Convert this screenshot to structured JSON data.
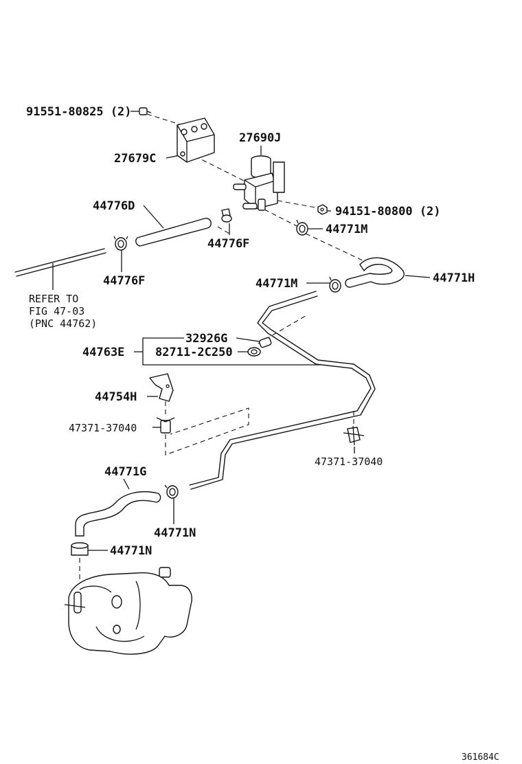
{
  "labels": {
    "bolt": "91551-80825 (2)",
    "bracket": "27679C",
    "vsv": "27690J",
    "nut": "94151-80800 (2)",
    "hose_d": "44776D",
    "clip_f_top": "44776F",
    "clip_f_left": "44776F",
    "clamp_m1": "44771M",
    "clamp_m2": "44771M",
    "hose_h": "44771H",
    "note_line1": "REFER TO",
    "note_line2": "FIG 47-03",
    "note_line3": "(PNC 44762)",
    "part_32926": "32926G",
    "part_44763": "44763E",
    "part_82711": "82711-2C250",
    "part_44754": "44754H",
    "clamp_47371_left": "47371-37040",
    "clamp_47371_right": "47371-37040",
    "hose_g": "44771G",
    "clamp_n1": "44771N",
    "clamp_n2": "44771N",
    "figure_id": "361684C"
  }
}
